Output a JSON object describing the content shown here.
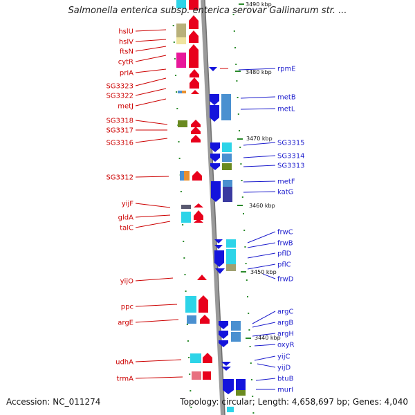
{
  "title": "Salmonella enterica subsp. enterica serovar Gallinarum str. ...",
  "footer": {
    "accession": "Accession: NC_011274",
    "info": "Topology: circular; Length: 4,658,697 bp; Genes: 4,040"
  },
  "colors": {
    "red": "#e8001c",
    "blue": "#1414dc",
    "backbone": "#9a9a9a",
    "left_label": "#cc0000",
    "right_label": "#1a1acc",
    "tick": "#2a8a2a"
  },
  "kbp_markers": [
    {
      "label": "3490 kbp"
    },
    {
      "label": "3480 kbp"
    },
    {
      "label": "3470 kbp"
    },
    {
      "label": "3460 kbp"
    },
    {
      "label": "3450 kbp"
    },
    {
      "label": "3440 kbp"
    }
  ],
  "left_genes": [
    {
      "name": "hslU"
    },
    {
      "name": "hslV"
    },
    {
      "name": "ftsN"
    },
    {
      "name": "cytR"
    },
    {
      "name": "priA"
    },
    {
      "name": "SG3323"
    },
    {
      "name": "SG3322"
    },
    {
      "name": "metJ"
    },
    {
      "name": "SG3318"
    },
    {
      "name": "SG3317"
    },
    {
      "name": "SG3316"
    },
    {
      "name": "SG3312"
    },
    {
      "name": "yijF"
    },
    {
      "name": "gldA"
    },
    {
      "name": "talC"
    },
    {
      "name": "yijO"
    },
    {
      "name": "ppc"
    },
    {
      "name": "argE"
    },
    {
      "name": "udhA"
    },
    {
      "name": "trmA"
    }
  ],
  "right_genes": [
    {
      "name": "rpmE"
    },
    {
      "name": "metB"
    },
    {
      "name": "metL"
    },
    {
      "name": "SG3315"
    },
    {
      "name": "SG3314"
    },
    {
      "name": "SG3313"
    },
    {
      "name": "metF"
    },
    {
      "name": "katG"
    },
    {
      "name": "frwC"
    },
    {
      "name": "frwB"
    },
    {
      "name": "pflD"
    },
    {
      "name": "pflC"
    },
    {
      "name": "frwD"
    },
    {
      "name": "argC"
    },
    {
      "name": "argB"
    },
    {
      "name": "argH"
    },
    {
      "name": "oxyR"
    },
    {
      "name": "yijC"
    },
    {
      "name": "yijD"
    },
    {
      "name": "btuB"
    },
    {
      "name": "murI"
    }
  ]
}
